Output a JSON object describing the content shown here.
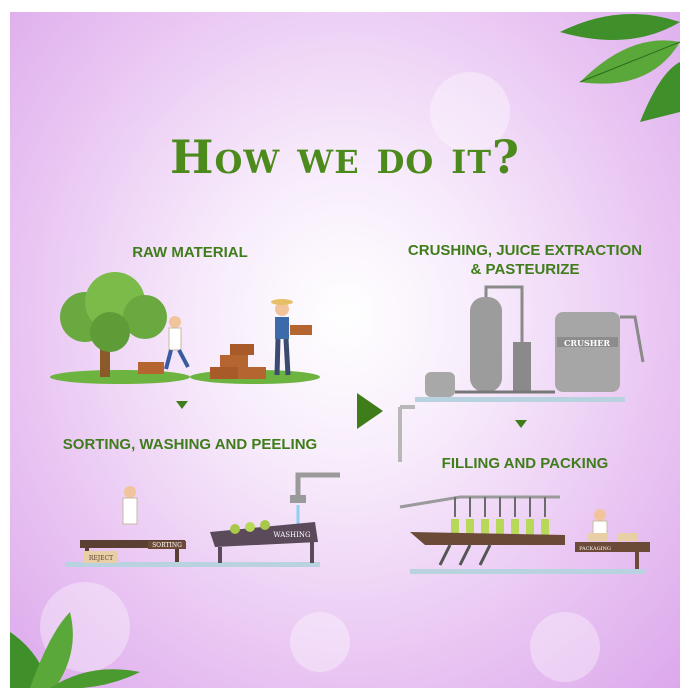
{
  "title": "How we do it?",
  "steps": {
    "raw_material": "RAW MATERIAL",
    "sorting": "SORTING, WASHING AND PEELING",
    "crushing_line1": "CRUSHING, JUICE EXTRACTION",
    "crushing_line2": "& PASTEURIZE",
    "filling": "FILLING AND PACKING"
  },
  "machine_labels": {
    "reject": "REJECT",
    "sorting": "SORTING",
    "washing": "WASHING",
    "crusher": "CRUSHER",
    "packaging": "PACKAGING"
  },
  "colors": {
    "accent_green": "#3f7d1a",
    "title_green": "#4c8a1b",
    "background_purple": "#dca8ec"
  }
}
